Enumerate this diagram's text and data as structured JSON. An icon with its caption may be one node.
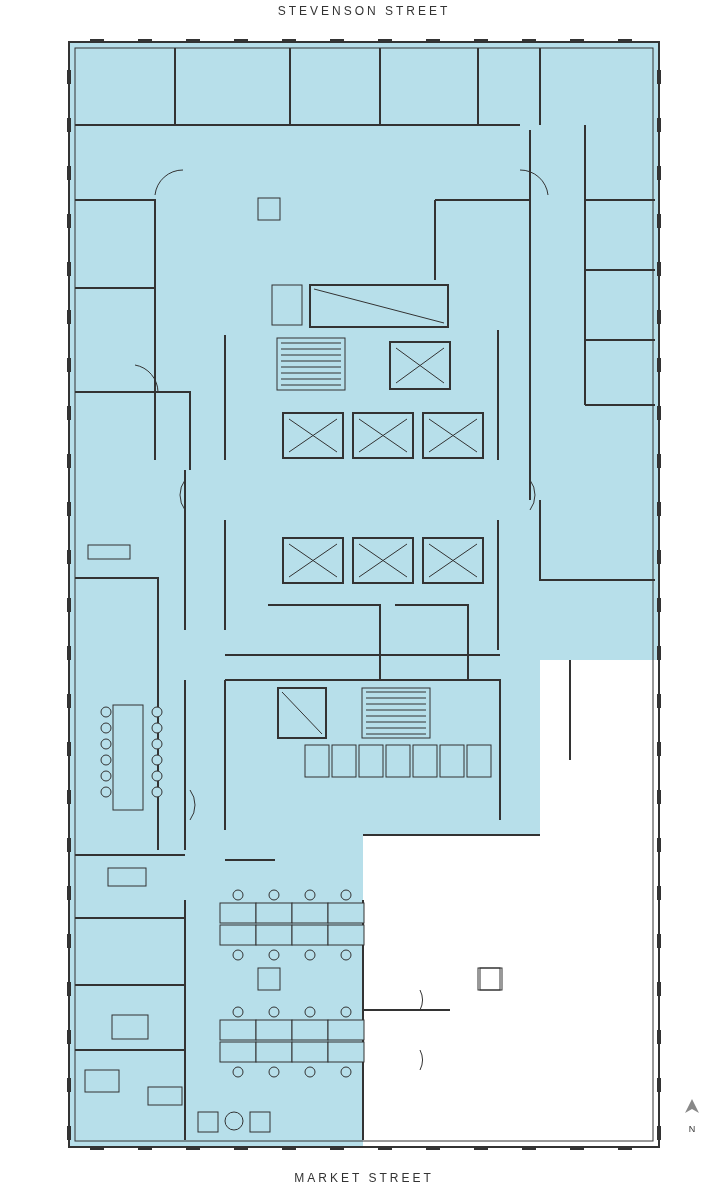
{
  "diagram": {
    "labels": [
      "STEVENSON STREET",
      "MARKET STREET",
      "N"
    ]
  }
}
